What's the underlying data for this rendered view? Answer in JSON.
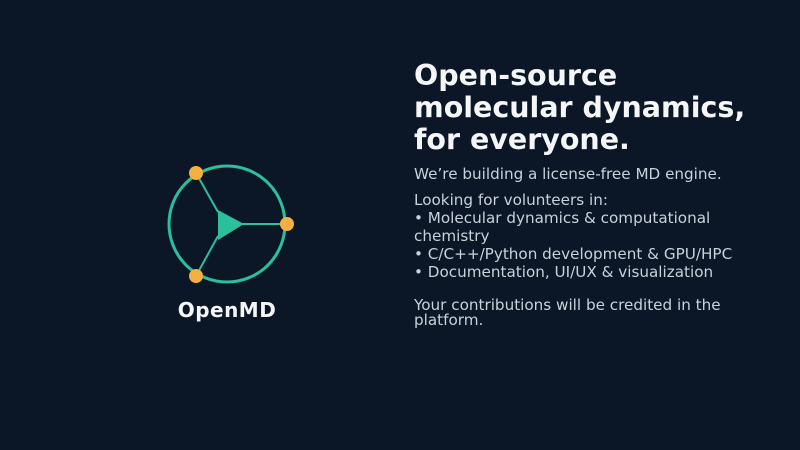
{
  "brand": {
    "name": "OpenMD",
    "logo_icon": "molecule-triangle-icon",
    "ring_color": "#2bbf9b",
    "node_color": "#f5b041"
  },
  "hero": {
    "headline_lines": [
      "Open-source",
      "molecular dynamics,",
      "for everyone."
    ],
    "subhead": "We’re building a license-free MD engine.",
    "volunteer_intro": "Looking for volunteers in:",
    "volunteer_areas": [
      "• Molecular dynamics & computational chemistry",
      "• C/C++/Python development & GPU/HPC",
      "• Documentation, UI/UX & visualization"
    ],
    "credit_note": "Your contributions will be credited in the platform."
  },
  "colors": {
    "background": "#0b1727",
    "heading": "#f4f6f8",
    "body": "#c9d1da"
  }
}
